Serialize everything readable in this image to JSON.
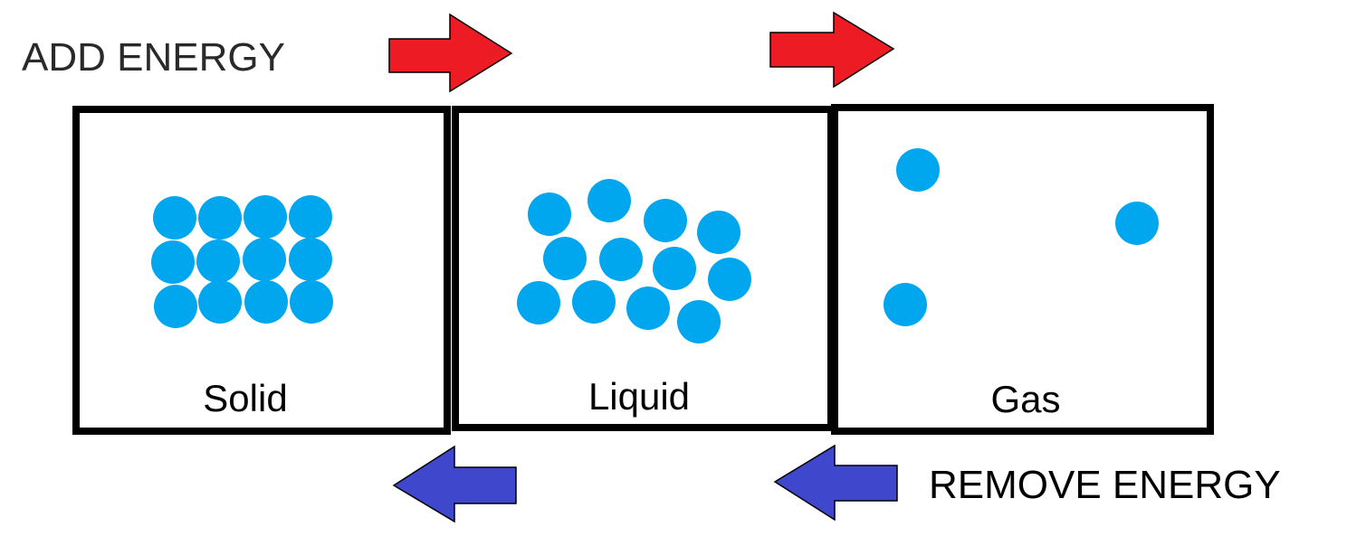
{
  "labels": {
    "add_energy": "ADD ENERGY",
    "remove_energy": "REMOVE ENERGY"
  },
  "states": [
    {
      "name": "Solid"
    },
    {
      "name": "Liquid"
    },
    {
      "name": "Gas"
    }
  ],
  "colors": {
    "particle": "#00a6ee",
    "add_arrow": "#ed1c24",
    "remove_arrow": "#3f48cc",
    "border": "#000000",
    "text": "#222222"
  },
  "icons": {
    "add_arrow": "arrow-right-icon",
    "remove_arrow": "arrow-left-icon",
    "particle": "circle-particle-icon"
  }
}
